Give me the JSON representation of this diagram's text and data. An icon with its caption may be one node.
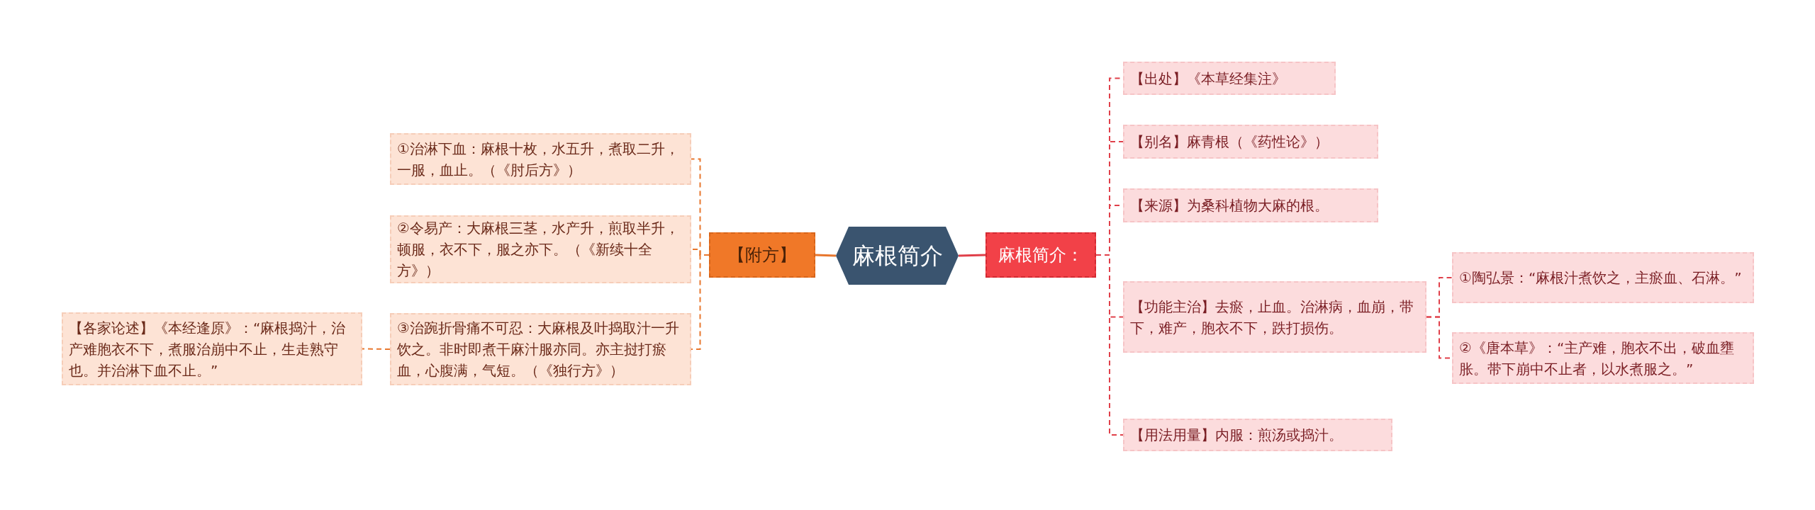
{
  "diagram": {
    "nodes": [
      {
        "text": [
          "麻根简介"
        ]
      },
      {
        "text": [
          "【附方】"
        ]
      },
      {
        "text": [
          "①治淋下血：麻根十枚，水五升，煮取二升，一服，血止。（《肘后方》）"
        ]
      },
      {
        "text": [
          "②令易产：大麻根三茎，水产升，煎取半升，顿服，衣不下，服之亦下。（《新续十全方》）"
        ]
      },
      {
        "text": [
          "③治踠折骨痛不可忍：大麻根及叶捣取汁一升饮之。非时即煮干麻汁服亦同。亦主挝打瘀血，心腹满，气短。（《独行方》）"
        ]
      },
      {
        "text": [
          "【各家论述】《本经逢原》：“麻根捣汁，治产难胞衣不下，煮服治崩中不止，生走熟守也。并治淋下血不止。”"
        ]
      },
      {
        "text": [
          "麻根简介："
        ]
      },
      {
        "text": [
          "【出处】《本草经集注》"
        ]
      },
      {
        "text": [
          "【别名】麻青根（《药性论》）"
        ]
      },
      {
        "text": [
          "【来源】为桑科植物大麻的根。"
        ]
      },
      {
        "text": [
          "【功能主治】去瘀，止血。治淋病，血崩，带下，难产，胞衣不下，跌打损伤。"
        ]
      },
      {
        "text": [
          "【用法用量】内服：煎汤或捣汁。"
        ]
      },
      {
        "text": [
          "①陶弘景：“麻根汁煮饮之，主瘀血、石淋。”"
        ]
      },
      {
        "text": [
          "②《唐本草》：“主产难，胞衣不出，破血壅胀。带下崩中不止者，以水煮服之。”"
        ]
      }
    ],
    "edges": [
      {
        "from": 0,
        "to": 1,
        "arrow": "none",
        "color": "#e8772e"
      },
      {
        "from": 1,
        "to": 2,
        "arrow": "none",
        "style": "dashed",
        "color": "#e8772e"
      },
      {
        "from": 1,
        "to": 3,
        "arrow": "none",
        "style": "dashed",
        "color": "#e8772e"
      },
      {
        "from": 1,
        "to": 4,
        "arrow": "none",
        "style": "dashed",
        "color": "#e8772e"
      },
      {
        "from": 4,
        "to": 5,
        "arrow": "none",
        "style": "dashed",
        "color": "#e8772e"
      },
      {
        "from": 0,
        "to": 6,
        "arrow": "none"
      },
      {
        "from": 6,
        "to": 7,
        "arrow": "none",
        "style": "dashed"
      },
      {
        "from": 6,
        "to": 8,
        "arrow": "none",
        "style": "dashed"
      },
      {
        "from": 6,
        "to": 9,
        "arrow": "none",
        "style": "dashed"
      },
      {
        "from": 6,
        "to": 10,
        "arrow": "none",
        "style": "dashed"
      },
      {
        "from": 6,
        "to": 11,
        "arrow": "none",
        "style": "dashed"
      },
      {
        "from": 10,
        "to": 12,
        "arrow": "none",
        "style": "dashed"
      },
      {
        "from": 10,
        "to": 13,
        "arrow": "none",
        "style": "dashed"
      }
    ]
  }
}
